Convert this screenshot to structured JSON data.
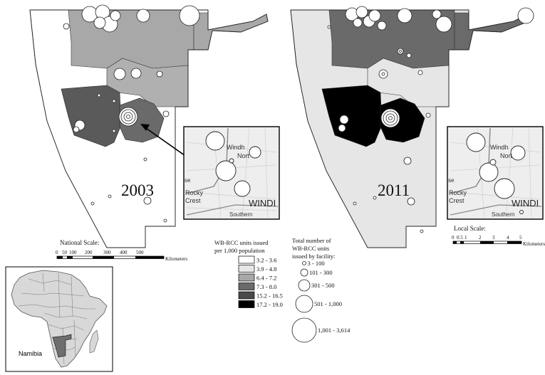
{
  "figure": {
    "panels": [
      {
        "year": "2003",
        "region_fill": {
          "north": "#a8a8a8",
          "east_of_north": "#b0b0b0",
          "northwest_center": "#5a5a5a",
          "central": "#6a6a6a",
          "north_strip": "#a8a8a8",
          "south": "#ffffff"
        }
      },
      {
        "year": "2011",
        "region_fill": {
          "north": "#6a6a6a",
          "east_of_north": "#e6e6e6",
          "northwest_center": "#000000",
          "central": "#000000",
          "north_strip": "#6a6a6a",
          "south": "#e6e6e6"
        }
      }
    ],
    "inset_labels": {
      "windhoek_north_1": "Windh",
      "windhoek_north_2": "Nort",
      "rocky": "Rocky",
      "crest": "Crest",
      "windi": "WINDI",
      "southern": "Southern",
      "edge": "se"
    },
    "national_scale": {
      "title": "National Scale:",
      "ticks": [
        "0",
        "50",
        "100",
        "200",
        "300",
        "400",
        "500"
      ],
      "unit": "Kilometers"
    },
    "local_scale": {
      "title": "Local Scale:",
      "ticks": [
        "0",
        "0.5",
        "1",
        "2",
        "3",
        "4",
        "5"
      ],
      "unit": "Kilometers"
    },
    "choropleth_legend": {
      "title_lines": [
        "WB-RCC units issued",
        "per 1,000 population"
      ],
      "classes": [
        {
          "label": "3.2 - 3.6",
          "color": "#ffffff"
        },
        {
          "label": "3.9 - 4.8",
          "color": "#e6e6e6"
        },
        {
          "label": "6.4 - 7.2",
          "color": "#a8a8a8"
        },
        {
          "label": "7.3 - 8.0",
          "color": "#6a6a6a"
        },
        {
          "label": "15.2 - 16.5",
          "color": "#4a4a4a"
        },
        {
          "label": "17.2 - 19.0",
          "color": "#000000"
        }
      ]
    },
    "symbol_legend": {
      "title_lines": [
        "Total number of",
        "WB-RCC units",
        "issued by facility:"
      ],
      "classes": [
        {
          "label": "3 - 100",
          "radius": 2.5
        },
        {
          "label": "101 - 300",
          "radius": 5
        },
        {
          "label": "301 - 500",
          "radius": 8
        },
        {
          "label": "501 - 1,000",
          "radius": 12
        },
        {
          "label": "1,001 - 3,614",
          "radius": 17
        }
      ]
    },
    "locator_map": {
      "label": "Namibia"
    }
  }
}
